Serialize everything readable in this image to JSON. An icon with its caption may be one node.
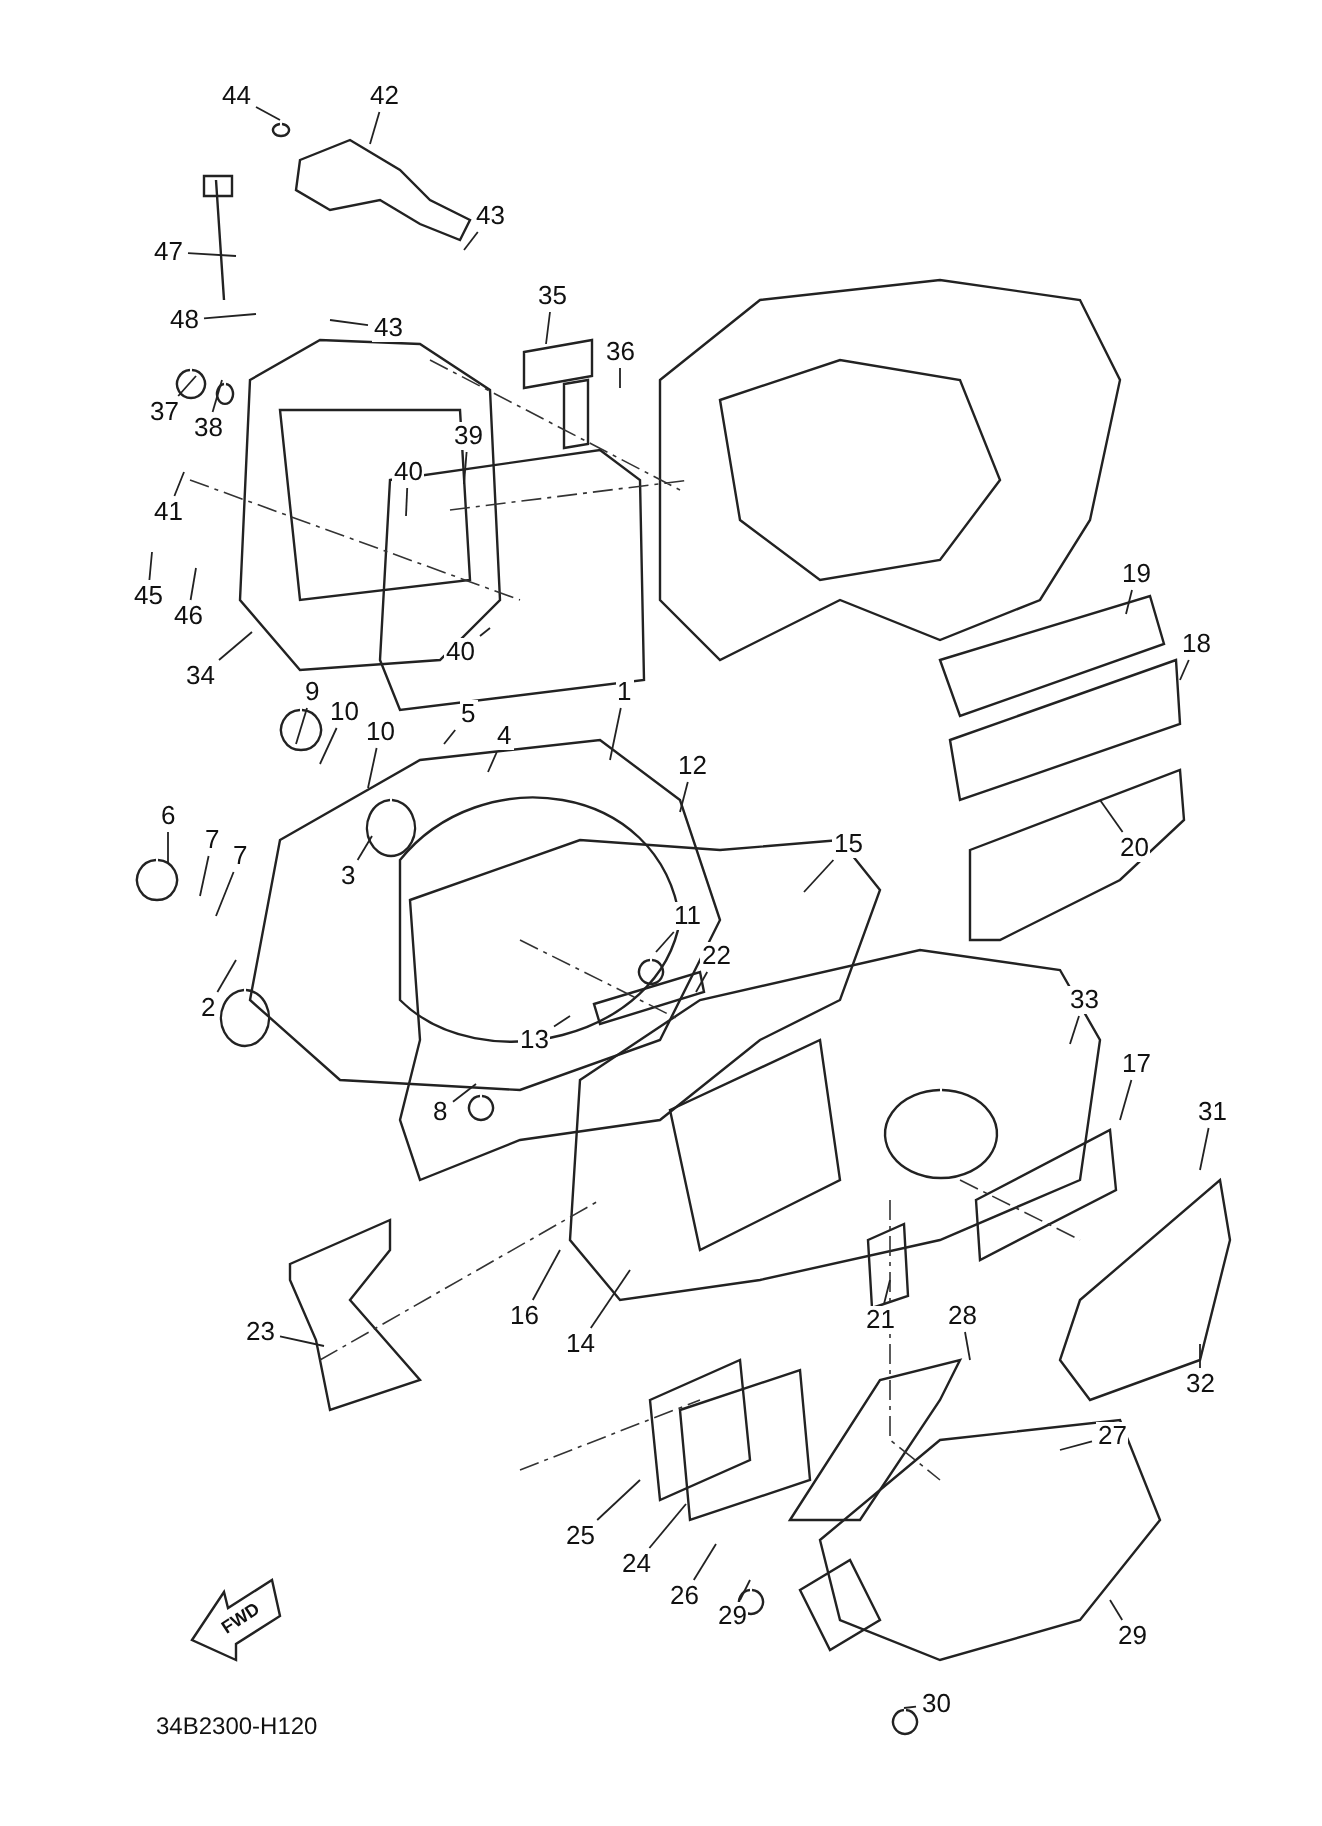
{
  "diagram": {
    "nodes": [
      {
        "text": [
          "44"
        ]
      },
      {
        "text": [
          "42"
        ]
      },
      {
        "text": [
          "47"
        ]
      },
      {
        "text": [
          "43"
        ]
      },
      {
        "text": [
          "48"
        ]
      },
      {
        "text": [
          "43"
        ]
      },
      {
        "text": [
          "35"
        ]
      },
      {
        "text": [
          "37"
        ]
      },
      {
        "text": [
          "38"
        ]
      },
      {
        "text": [
          "36"
        ]
      },
      {
        "text": [
          "39"
        ]
      },
      {
        "text": [
          "40"
        ]
      },
      {
        "text": [
          "41"
        ]
      },
      {
        "text": [
          "45"
        ]
      },
      {
        "text": [
          "46"
        ]
      },
      {
        "text": [
          "34"
        ]
      },
      {
        "text": [
          "40"
        ]
      },
      {
        "text": [
          "19"
        ]
      },
      {
        "text": [
          "1"
        ]
      },
      {
        "text": [
          "18"
        ]
      },
      {
        "text": [
          "9"
        ]
      },
      {
        "text": [
          "10"
        ]
      },
      {
        "text": [
          "10"
        ]
      },
      {
        "text": [
          "5"
        ]
      },
      {
        "text": [
          "4"
        ]
      },
      {
        "text": [
          "12"
        ]
      },
      {
        "text": [
          "6"
        ]
      },
      {
        "text": [
          "7"
        ]
      },
      {
        "text": [
          "7"
        ]
      },
      {
        "text": [
          "15"
        ]
      },
      {
        "text": [
          "3"
        ]
      },
      {
        "text": [
          "11"
        ]
      },
      {
        "text": [
          "22"
        ]
      },
      {
        "text": [
          "20"
        ]
      },
      {
        "text": [
          "2"
        ]
      },
      {
        "text": [
          "33"
        ]
      },
      {
        "text": [
          "13"
        ]
      },
      {
        "text": [
          "17"
        ]
      },
      {
        "text": [
          "31"
        ]
      },
      {
        "text": [
          "8"
        ]
      },
      {
        "text": [
          "23"
        ]
      },
      {
        "text": [
          "16"
        ]
      },
      {
        "text": [
          "14"
        ]
      },
      {
        "text": [
          "21"
        ]
      },
      {
        "text": [
          "28"
        ]
      },
      {
        "text": [
          "32"
        ]
      },
      {
        "text": [
          "27"
        ]
      },
      {
        "text": [
          "25"
        ]
      },
      {
        "text": [
          "24"
        ]
      },
      {
        "text": [
          "26"
        ]
      },
      {
        "text": [
          "29"
        ]
      },
      {
        "text": [
          "30"
        ]
      },
      {
        "text": [
          "29"
        ]
      }
    ],
    "edges": [
      {
        "from": 0,
        "to": null,
        "arrow": "none"
      },
      {
        "from": 1,
        "to": null,
        "arrow": "none"
      },
      {
        "from": 2,
        "to": null,
        "arrow": "none"
      },
      {
        "from": 3,
        "to": null,
        "arrow": "none"
      },
      {
        "from": 4,
        "to": null,
        "arrow": "none"
      },
      {
        "from": 5,
        "to": null,
        "arrow": "none"
      },
      {
        "from": 6,
        "to": null,
        "arrow": "none"
      },
      {
        "from": 7,
        "to": null,
        "arrow": "none"
      },
      {
        "from": 8,
        "to": null,
        "arrow": "none"
      },
      {
        "from": 9,
        "to": null,
        "arrow": "none"
      },
      {
        "from": 10,
        "to": null,
        "arrow": "none"
      },
      {
        "from": 11,
        "to": null,
        "arrow": "none"
      },
      {
        "from": 12,
        "to": null,
        "arrow": "none"
      },
      {
        "from": 13,
        "to": null,
        "arrow": "none"
      },
      {
        "from": 14,
        "to": null,
        "arrow": "none"
      },
      {
        "from": 15,
        "to": null,
        "arrow": "none"
      },
      {
        "from": 16,
        "to": null,
        "arrow": "none"
      },
      {
        "from": 17,
        "to": null,
        "arrow": "none"
      },
      {
        "from": 18,
        "to": null,
        "arrow": "none"
      },
      {
        "from": 19,
        "to": null,
        "arrow": "none"
      },
      {
        "from": 20,
        "to": null,
        "arrow": "none"
      },
      {
        "from": 21,
        "to": null,
        "arrow": "none"
      },
      {
        "from": 22,
        "to": null,
        "arrow": "none"
      },
      {
        "from": 23,
        "to": null,
        "arrow": "none"
      },
      {
        "from": 24,
        "to": null,
        "arrow": "none"
      },
      {
        "from": 25,
        "to": null,
        "arrow": "none"
      },
      {
        "from": 26,
        "to": null,
        "arrow": "none"
      },
      {
        "from": 27,
        "to": null,
        "arrow": "none"
      },
      {
        "from": 28,
        "to": null,
        "arrow": "none"
      },
      {
        "from": 29,
        "to": null,
        "arrow": "none"
      },
      {
        "from": 30,
        "to": null,
        "arrow": "none"
      },
      {
        "from": 31,
        "to": null,
        "arrow": "none"
      },
      {
        "from": 32,
        "to": null,
        "arrow": "none"
      },
      {
        "from": 33,
        "to": null,
        "arrow": "none"
      },
      {
        "from": 34,
        "to": null,
        "arrow": "none"
      },
      {
        "from": 35,
        "to": null,
        "arrow": "none"
      },
      {
        "from": 36,
        "to": null,
        "arrow": "none"
      },
      {
        "from": 37,
        "to": null,
        "arrow": "none"
      },
      {
        "from": 38,
        "to": null,
        "arrow": "none"
      },
      {
        "from": 39,
        "to": null,
        "arrow": "none"
      },
      {
        "from": 40,
        "to": null,
        "arrow": "none"
      },
      {
        "from": 41,
        "to": null,
        "arrow": "none"
      },
      {
        "from": 42,
        "to": null,
        "arrow": "none"
      },
      {
        "from": 43,
        "to": null,
        "arrow": "none"
      },
      {
        "from": 44,
        "to": null,
        "arrow": "none"
      },
      {
        "from": 45,
        "to": null,
        "arrow": "none"
      },
      {
        "from": 46,
        "to": null,
        "arrow": "none"
      },
      {
        "from": 47,
        "to": null,
        "arrow": "none"
      },
      {
        "from": 48,
        "to": null,
        "arrow": "none"
      },
      {
        "from": 49,
        "to": null,
        "arrow": "none"
      },
      {
        "from": 50,
        "to": null,
        "arrow": "none"
      },
      {
        "from": 51,
        "to": null,
        "arrow": "none"
      },
      {
        "from": 52,
        "to": null,
        "arrow": "none"
      }
    ],
    "labels": [
      "FWD",
      "34B2300-H120"
    ]
  }
}
